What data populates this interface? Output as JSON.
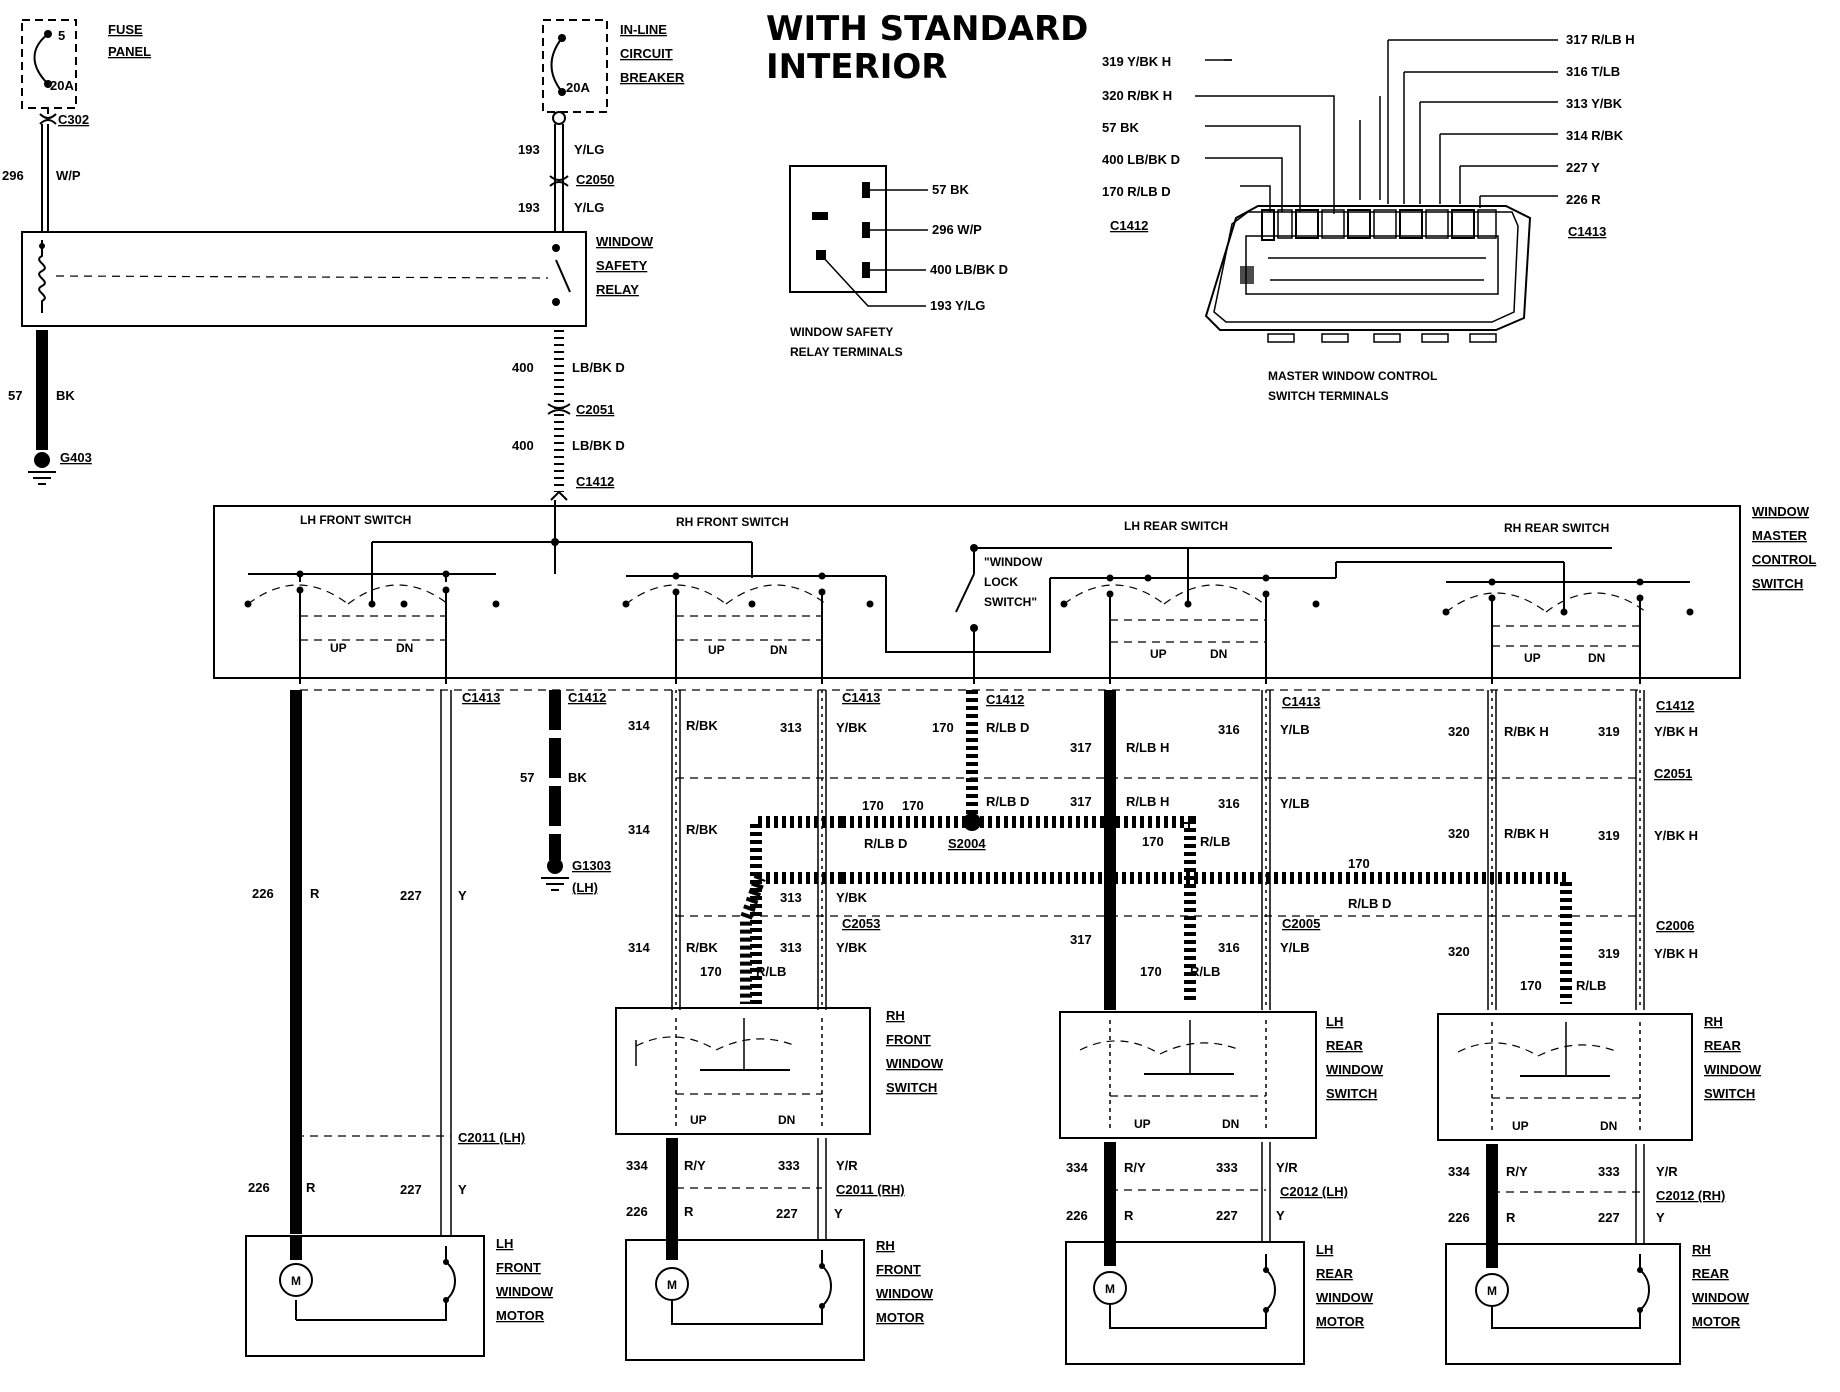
{
  "title": [
    "WITH STANDARD",
    "INTERIOR"
  ],
  "fuse_panel": {
    "fuse": "5",
    "rating": "20A",
    "label": [
      "FUSE",
      "PANEL"
    ],
    "connector": "C302"
  },
  "breaker": {
    "rating": "20A",
    "label": [
      "IN-LINE",
      "CIRCUIT",
      "BREAKER"
    ]
  },
  "relay": {
    "label": [
      "WINDOW",
      "SAFETY",
      "RELAY"
    ]
  },
  "relay_terminals": {
    "pins": [
      "57 BK",
      "296 W/P",
      "400 LB/BK D",
      "193 Y/LG"
    ],
    "caption": [
      "WINDOW SAFETY",
      "RELAY TERMINALS"
    ]
  },
  "master_terminals": {
    "left_pins": [
      "319 Y/BK H",
      "320 R/BK H",
      "57 BK",
      "400 LB/BK D",
      "170 R/LB D"
    ],
    "right_pins": [
      "317 R/LB H",
      "316 T/LB",
      "313 Y/BK",
      "314 R/BK",
      "227 Y",
      "226 R"
    ],
    "left_connector": "C1412",
    "right_connector": "C1413",
    "caption": [
      "MASTER WINDOW CONTROL",
      "SWITCH TERMINALS"
    ]
  },
  "wires_top": {
    "w296": {
      "num": "296",
      "color": "W/P"
    },
    "w193a": {
      "num": "193",
      "color": "Y/LG"
    },
    "c2050": "C2050",
    "w193b": {
      "num": "193",
      "color": "Y/LG"
    },
    "w57": {
      "num": "57",
      "color": "BK"
    },
    "g403": "G403",
    "w400a": {
      "num": "400",
      "color": "LB/BK D"
    },
    "c2051": "C2051",
    "w400b": {
      "num": "400",
      "color": "LB/BK D"
    },
    "c1412": "C1412"
  },
  "master_switch": {
    "label": [
      "WINDOW",
      "MASTER",
      "CONTROL",
      "SWITCH"
    ],
    "sections": [
      "LH FRONT SWITCH",
      "RH FRONT SWITCH",
      "LH REAR SWITCH",
      "RH REAR SWITCH"
    ],
    "lock": [
      "\"WINDOW",
      "LOCK",
      "SWITCH\""
    ],
    "up": "UP",
    "dn": "DN"
  },
  "mid": {
    "c1413_a": "C1413",
    "c1412_a": "C1412",
    "w57": {
      "num": "57",
      "color": "BK"
    },
    "g1303": [
      "G1303",
      "(LH)"
    ],
    "w226": {
      "num": "226",
      "color": "R"
    },
    "w227": {
      "num": "227",
      "color": "Y"
    },
    "w314": {
      "num": "314",
      "color": "R/BK"
    },
    "w313": {
      "num": "313",
      "color": "Y/BK"
    },
    "c1413_b": "C1413",
    "w170": {
      "num": "170",
      "color": "R/LB D"
    },
    "c1412_b": "C1412",
    "w317": {
      "num": "317",
      "color": "R/LB H"
    },
    "w316": {
      "num": "316",
      "color": "Y/LB"
    },
    "c1413_c": "C1413",
    "w320": {
      "num": "320",
      "color": "R/BK H"
    },
    "w319": {
      "num": "319",
      "color": "Y/BK H"
    },
    "c1412_c": "C1412",
    "c2051": "C2051",
    "s2004": "S2004",
    "c2053": "C2053",
    "c2005": "C2005",
    "c2006": "C2006",
    "c2011_lh": "C2011 (LH)",
    "c2011_rh": "C2011 (RH)",
    "c2012_lh": "C2012 (LH)",
    "c2012_rh": "C2012 (RH)",
    "w334": {
      "num": "334",
      "color": "R/Y"
    },
    "w333": {
      "num": "333",
      "color": "Y/R"
    },
    "w170b": {
      "num": "170",
      "color": "R/LB D"
    },
    "w170c": {
      "num": "170",
      "color": "R/LB"
    }
  },
  "door_switches": {
    "rh_front": [
      "RH",
      "FRONT",
      "WINDOW",
      "SWITCH"
    ],
    "lh_rear": [
      "LH",
      "REAR",
      "WINDOW",
      "SWITCH"
    ],
    "rh_rear": [
      "RH",
      "REAR",
      "WINDOW",
      "SWITCH"
    ]
  },
  "motors": {
    "lh_front": [
      "LH",
      "FRONT",
      "WINDOW",
      "MOTOR"
    ],
    "rh_front": [
      "RH",
      "FRONT",
      "WINDOW",
      "MOTOR"
    ],
    "lh_rear": [
      "LH",
      "REAR",
      "WINDOW",
      "MOTOR"
    ],
    "rh_rear": [
      "RH",
      "REAR",
      "WINDOW",
      "MOTOR"
    ],
    "m": "M"
  }
}
